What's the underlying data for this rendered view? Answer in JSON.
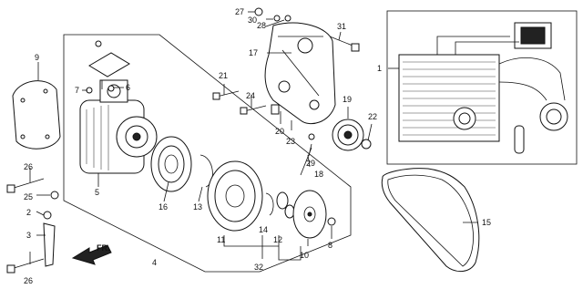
{
  "callouts": {
    "n1": "1",
    "n2": "2",
    "n3": "3",
    "n4": "4",
    "n5": "5",
    "n6": "6",
    "n7": "7",
    "n8": "8",
    "n9": "9",
    "n10": "10",
    "n11": "11",
    "n12": "12",
    "n13": "13",
    "n14": "14",
    "n15": "15",
    "n16": "16",
    "n17": "17",
    "n18": "18",
    "n19": "19",
    "n20": "20",
    "n21": "21",
    "n22": "22",
    "n23": "23",
    "n24": "24",
    "n25": "25",
    "n26a": "26",
    "n26b": "26",
    "n27": "27",
    "n28": "28",
    "n29": "29",
    "n30": "30",
    "n31": "31",
    "n32": "32"
  },
  "direction_label": "FR.",
  "colors": {
    "line": "#111111",
    "background": "#ffffff"
  }
}
